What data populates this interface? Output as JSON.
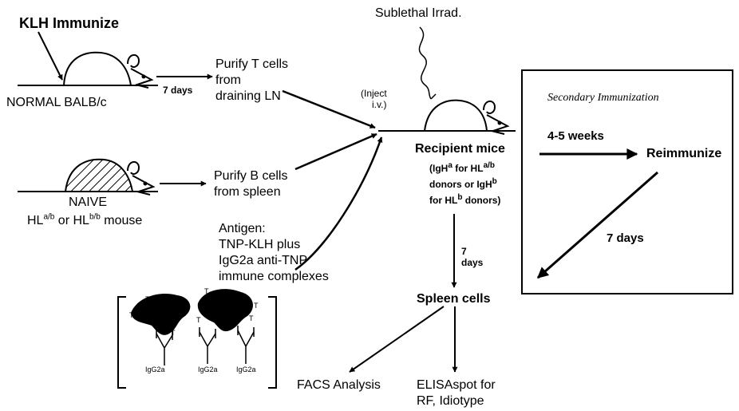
{
  "labels": {
    "klh_immunize": "KLH Immunize",
    "normal_balbc": "NORMAL BALB/c",
    "seven_days_1": "7  days",
    "purify_t": [
      "Purify T cells",
      "from",
      "draining LN"
    ],
    "naive": "NAIVE",
    "hl_mouse": {
      "hl1": "HL",
      "sup1": "a/b",
      "mid": " or HL",
      "sup2": "b/b",
      "end": " mouse"
    },
    "purify_b": [
      "Purify B cells",
      "from spleen"
    ],
    "antigen": [
      "Antigen:",
      "TNP-KLH plus",
      "IgG2a anti-TNP",
      "immune complexes"
    ],
    "igg2a": "IgG2a",
    "sublethal": "Sublethal Irrad.",
    "inject": [
      "(Inject",
      "i.v.)"
    ],
    "recipient": "Recipient mice",
    "recipient_note": {
      "l1a": "(IgH",
      "l1s": "a",
      "l1b": " for HL",
      "l1s2": "a/b",
      "l2a": "donors or IgH",
      "l2s": "b",
      "l3a": "for HL",
      "l3s": "b",
      "l3b": " donors)"
    },
    "seven_days_2": [
      "7",
      "days"
    ],
    "spleen_cells": "Spleen cells",
    "facs": "FACS Analysis",
    "elispot": [
      "ELISAspot for",
      "RF, Idiotype"
    ],
    "secondary": "Secondary Immunization",
    "weeks": "4-5 weeks",
    "reimmunize": "Reimmunize",
    "seven_days_3": "7 days"
  }
}
